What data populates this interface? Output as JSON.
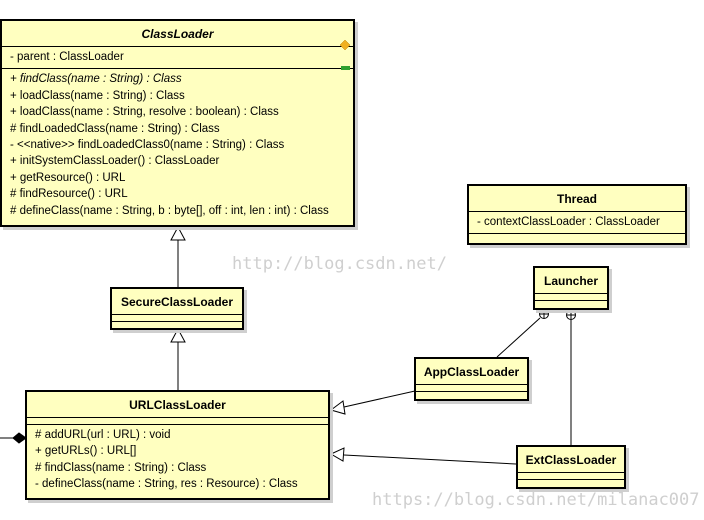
{
  "classes": {
    "classloader": {
      "name": "ClassLoader",
      "attributes": [
        "- parent : ClassLoader"
      ],
      "operations": [
        "+ findClass(name : String) : Class",
        "+ loadClass(name : String) : Class",
        "+ loadClass(name : String, resolve : boolean) : Class",
        "# findLoadedClass(name : String) : Class",
        "- <<native>> findLoadedClass0(name : String) : Class",
        "+ initSystemClassLoader() : ClassLoader",
        "+ getResource() : URL",
        "# findResource() : URL",
        "# defineClass(name : String, b : byte[], off : int, len : int) : Class"
      ]
    },
    "thread": {
      "name": "Thread",
      "attributes": [
        "- contextClassLoader : ClassLoader"
      ]
    },
    "secureclassloader": {
      "name": "SecureClassLoader"
    },
    "launcher": {
      "name": "Launcher"
    },
    "appclassloader": {
      "name": "AppClassLoader"
    },
    "urlclassloader": {
      "name": "URLClassLoader",
      "operations": [
        "# addURL(url : URL) : void",
        "+ getURLs() : URL[]",
        "# findClass(name : String) : Class",
        "- defineClass(name : String, res : Resource) : Class"
      ]
    },
    "extclassloader": {
      "name": "ExtClassLoader"
    }
  },
  "watermarks": [
    "http://blog.csdn.net/",
    "https://blog.csdn.net/milanac007"
  ],
  "colors": {
    "box_fill": "#ffffc0",
    "watermark": "#cfcfcf"
  }
}
